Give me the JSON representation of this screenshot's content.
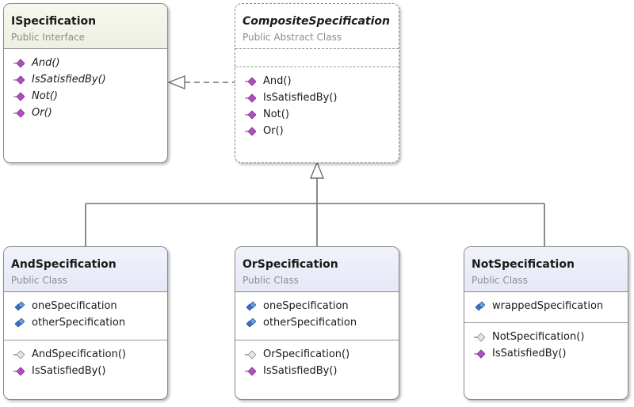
{
  "boxes": {
    "ispec": {
      "name": "ISpecification",
      "stereotype": "Public Interface",
      "methods": [
        "And()",
        "IsSatisfiedBy()",
        "Not()",
        "Or()"
      ]
    },
    "composite": {
      "name": "CompositeSpecification",
      "stereotype": "Public Abstract Class",
      "methods": [
        "And()",
        "IsSatisfiedBy()",
        "Not()",
        "Or()"
      ]
    },
    "and": {
      "name": "AndSpecification",
      "stereotype": "Public Class",
      "fields": [
        "oneSpecification",
        "otherSpecification"
      ],
      "methods": [
        "AndSpecification()",
        "IsSatisfiedBy()"
      ]
    },
    "or": {
      "name": "OrSpecification",
      "stereotype": "Public Class",
      "fields": [
        "oneSpecification",
        "otherSpecification"
      ],
      "methods": [
        "OrSpecification()",
        "IsSatisfiedBy()"
      ]
    },
    "not": {
      "name": "NotSpecification",
      "stereotype": "Public Class",
      "fields": [
        "wrappedSpecification"
      ],
      "methods": [
        "NotSpecification()",
        "IsSatisfiedBy()"
      ]
    }
  },
  "icons": {
    "method": "method-icon",
    "constructor": "constructor-icon",
    "field": "field-icon"
  },
  "colors": {
    "border": "#8a8a8a",
    "method_icon": "#b04fc0",
    "field_icon": "#3b6fc4",
    "interface_header": "#f2f3ea",
    "class_header": "#eaedf8"
  }
}
